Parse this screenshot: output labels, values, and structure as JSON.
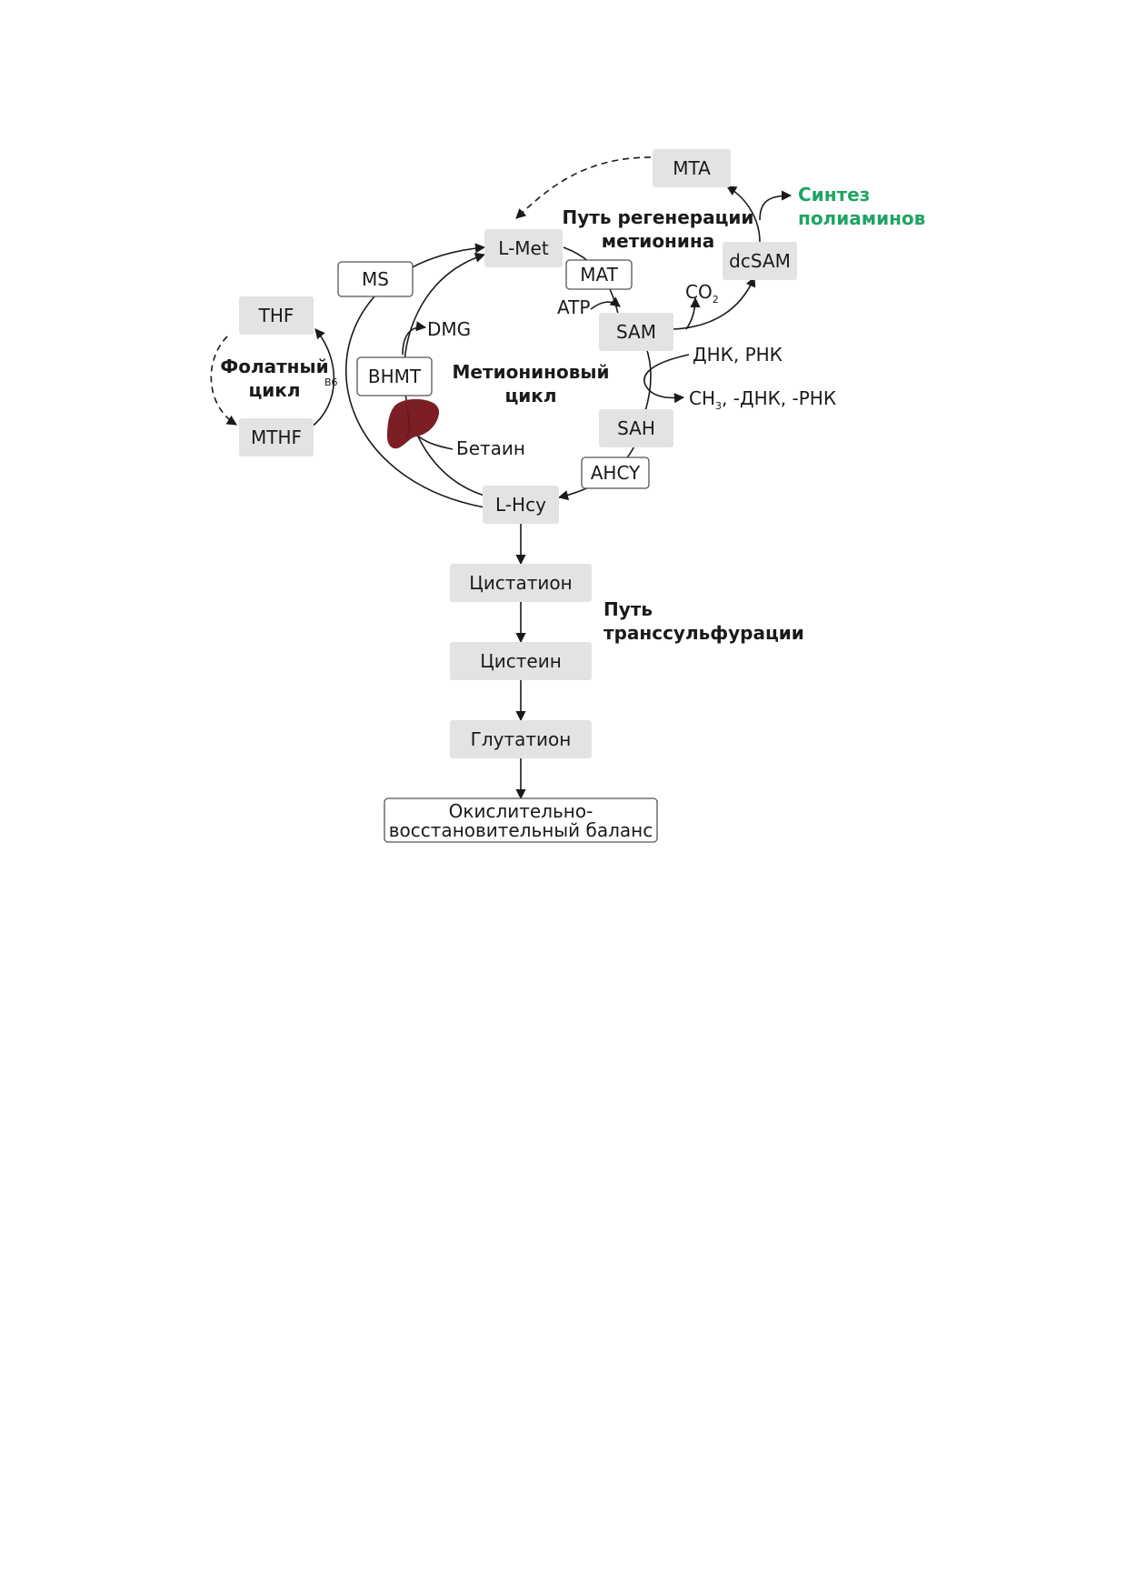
{
  "nodes": {
    "mta": "MTA",
    "lmet": "L-Met",
    "dcsam": "dcSAM",
    "sam": "SAM",
    "sah": "SAH",
    "lhcy": "L-Hcy",
    "thf": "THF",
    "mthf": "MTHF",
    "cystathionine": "Цистатион",
    "cysteine": "Цистеин",
    "glutathione": "Глутатион",
    "redox_line1": "Окислительно-",
    "redox_line2": "восстановительный баланс"
  },
  "enzymes": {
    "ms": "MS",
    "mat": "MAT",
    "bhmt": "BHMT",
    "ahcy": "AHCY"
  },
  "labels": {
    "regen_line1": "Путь регенерации",
    "regen_line2": "метионина",
    "polyamine_line1": "Синтез",
    "polyamine_line2": "полиаминов",
    "co2": "CO",
    "co2_sub": "2",
    "atp": "ATP",
    "dmg": "DMG",
    "folate_line1": "Фолатный",
    "folate_line2": "цикл",
    "b6": "B6",
    "methionine_cycle_line1": "Метиониновый",
    "methionine_cycle_line2": "цикл",
    "dna_rna": "ДНК, РНК",
    "ch3_prefix": "CH",
    "ch3_sub": "3",
    "ch3_suffix": ", -ДНК, -РНК",
    "betaine": "Бетаин",
    "transsulfuration_line1": "Путь",
    "transsulfuration_line2": "транссульфурации"
  },
  "colors": {
    "node_fill": "#e3e3e3",
    "liver": "#7b1f24",
    "polyamine_text": "#1fa463"
  },
  "icons": {
    "liver": "liver-icon"
  }
}
